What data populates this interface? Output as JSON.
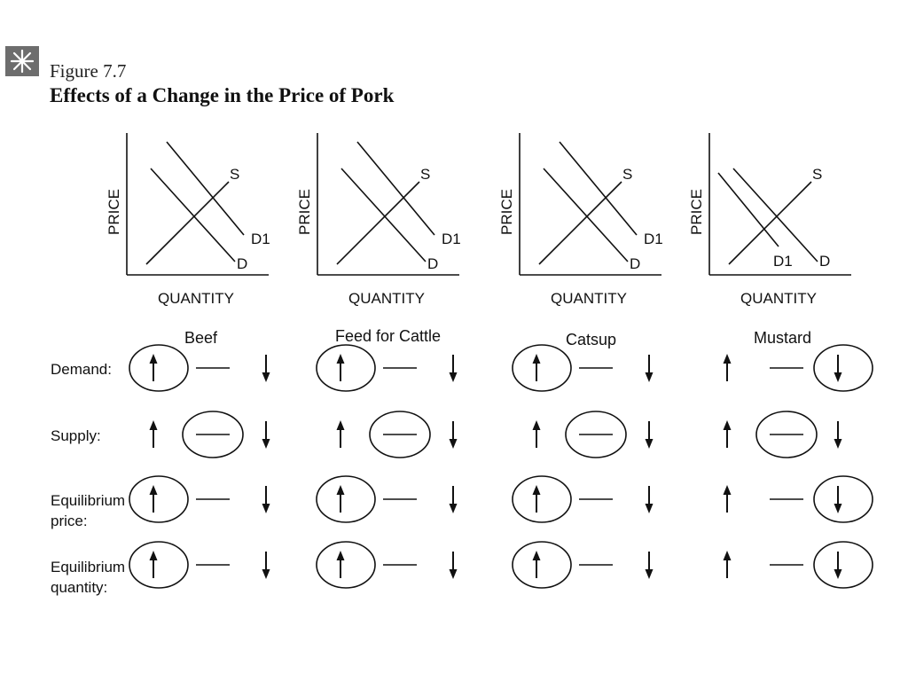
{
  "figure": {
    "number": "Figure 7.7",
    "title": "Effects of a Change in the Price of Pork"
  },
  "graph_labels": {
    "y_axis": "PRICE",
    "x_axis": "QUANTITY",
    "supply": "S",
    "demand": "D",
    "new_demand": "D1"
  },
  "graphs": [
    {
      "shift": "right"
    },
    {
      "shift": "right"
    },
    {
      "shift": "right"
    },
    {
      "shift": "left"
    }
  ],
  "columns": [
    "Beef",
    "Feed for Cattle",
    "Catsup",
    "Mustard"
  ],
  "rows": [
    {
      "label_lines": [
        "Demand:"
      ],
      "answers": [
        "up",
        "up",
        "up",
        "down"
      ]
    },
    {
      "label_lines": [
        "Supply:"
      ],
      "answers": [
        "none",
        "none",
        "none",
        "none"
      ]
    },
    {
      "label_lines": [
        "Equilibrium",
        "price:"
      ],
      "answers": [
        "up",
        "up",
        "up",
        "down"
      ]
    },
    {
      "label_lines": [
        "Equilibrium",
        "quantity:"
      ],
      "answers": [
        "up",
        "up",
        "up",
        "down"
      ]
    }
  ],
  "symbols": {
    "up": "↑",
    "none": "—",
    "down": "↓"
  }
}
